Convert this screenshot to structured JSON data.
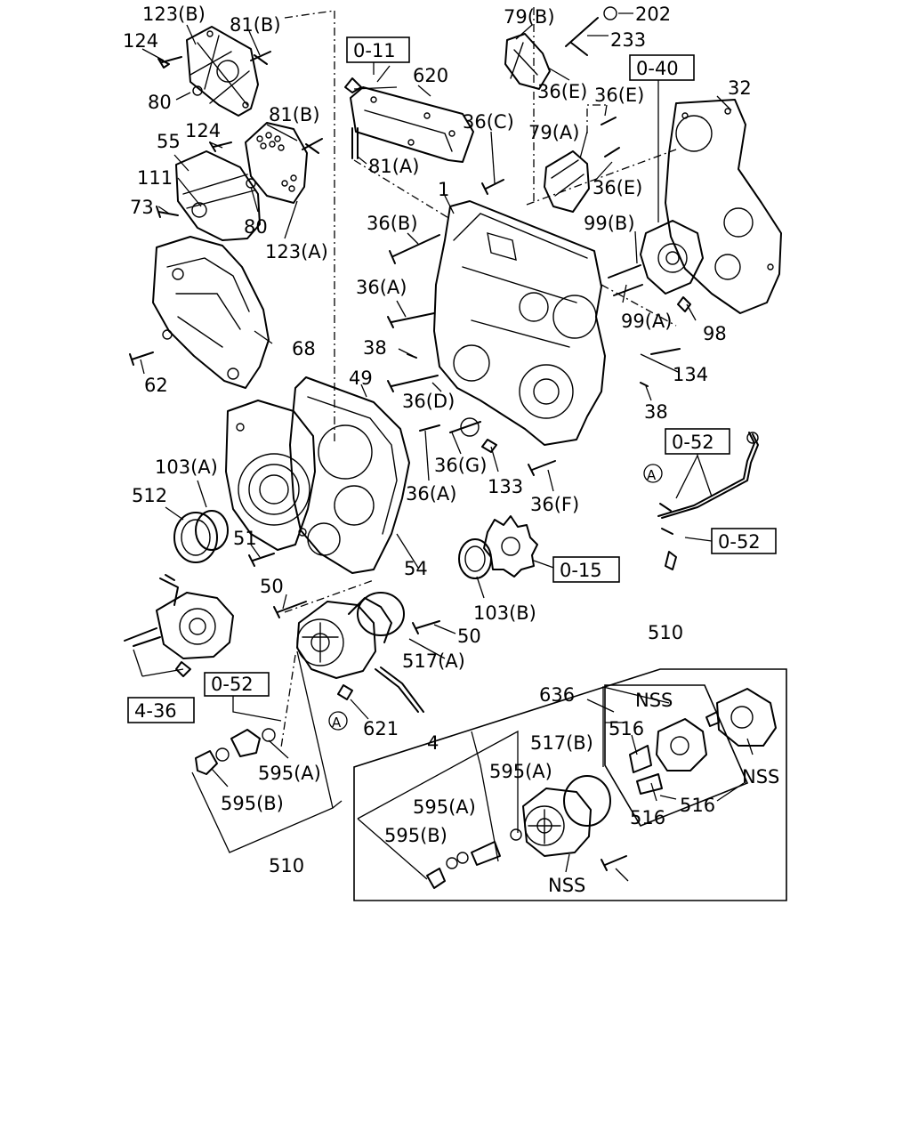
{
  "labels": {
    "l123b_top": "123(B)",
    "l81b_top": "81(B)",
    "l124_top": "124",
    "l80_top": "80",
    "l124_mid": "124",
    "l81b_mid": "81(B)",
    "l55": "55",
    "l111": "111",
    "l73": "73",
    "l80_mid": "80",
    "l123a": "123(A)",
    "l68": "68",
    "l62": "62",
    "l620": "620",
    "l81a": "81(A)",
    "l79b": "79(B)",
    "l202": "202",
    "l233": "233",
    "l36e_1": "36(E)",
    "l36e_2": "36(E)",
    "l36e_3": "36(E)",
    "l32": "32",
    "l36c": "36(C)",
    "l79a": "79(A)",
    "l1": "1",
    "l36b": "36(B)",
    "l99b": "99(B)",
    "l36a_1": "36(A)",
    "l99a": "99(A)",
    "l98": "98",
    "l38_1": "38",
    "l134": "134",
    "l49": "49",
    "l36d": "36(D)",
    "l38_2": "38",
    "l36g": "36(G)",
    "l133": "133",
    "l36a_2": "36(A)",
    "l36f": "36(F)",
    "l103a": "103(A)",
    "l512": "512",
    "l51": "51",
    "l54": "54",
    "l50_1": "50",
    "l50_2": "50",
    "l103b": "103(B)",
    "l517a": "517(A)",
    "l621": "621",
    "l595a_1": "595(A)",
    "l595b_1": "595(B)",
    "l510_bottom": "510",
    "l510_top": "510",
    "l636": "636",
    "l4": "4",
    "l517b": "517(B)",
    "l595a_2": "595(A)",
    "l595a_3": "595(A)",
    "l595b_2": "595(B)",
    "l516_1": "516",
    "l516_2": "516",
    "l516_3": "516",
    "nss_1": "NSS",
    "nss_2": "NSS",
    "nss_3": "NSS"
  },
  "refs": {
    "r011": "0-11",
    "r040": "0-40",
    "r052_1": "0-52",
    "r052_2": "0-52",
    "r015": "0-15",
    "r052_3": "0-52",
    "r436": "4-36"
  },
  "circle_marks": {
    "a1": "A",
    "a2": "A"
  }
}
